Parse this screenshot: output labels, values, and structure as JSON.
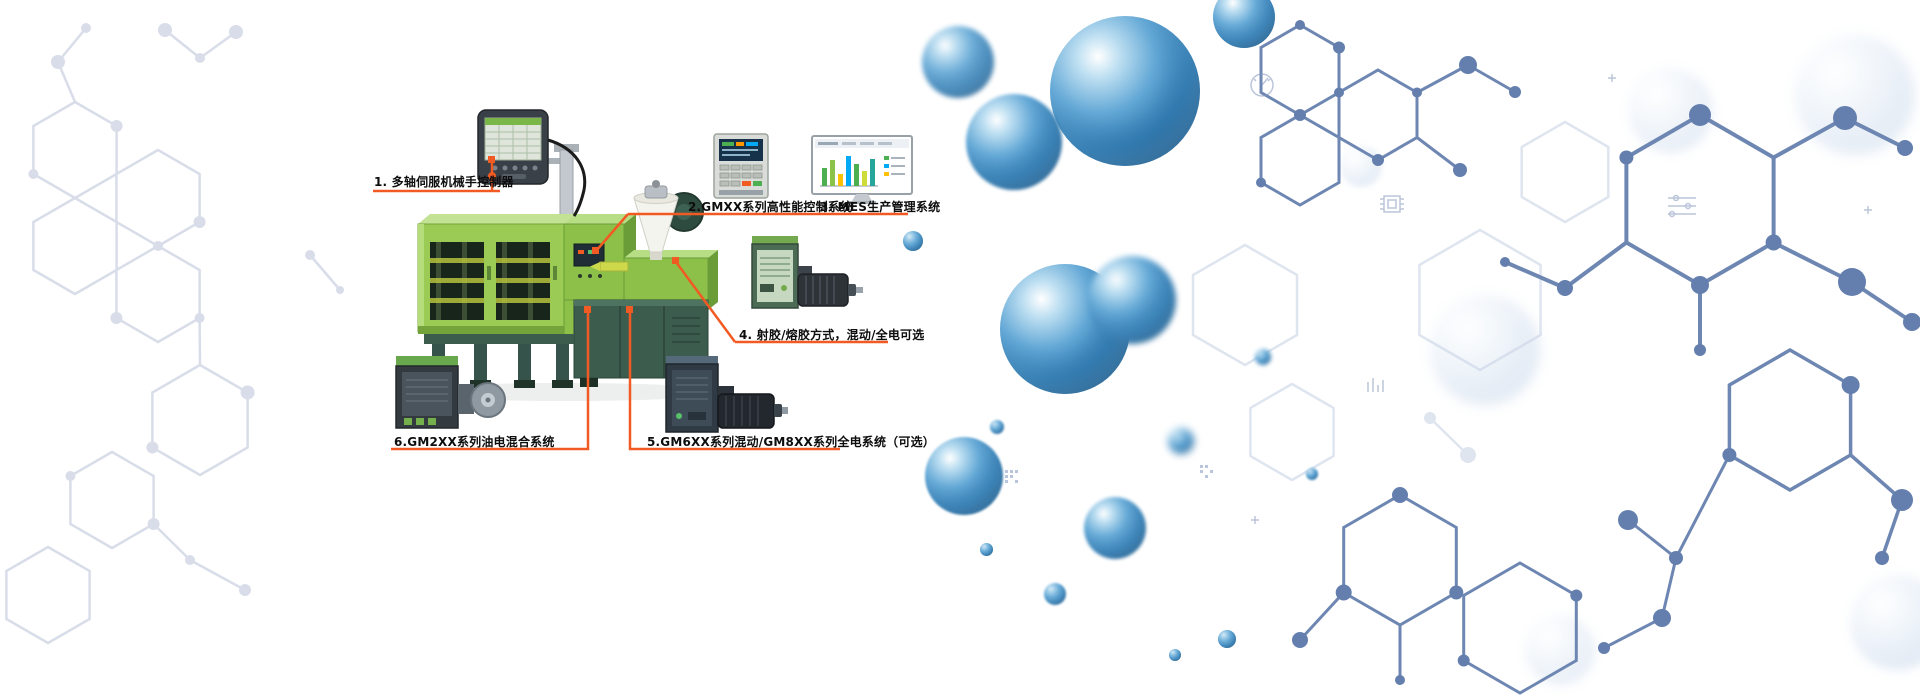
{
  "callouts": [
    {
      "label": "1. 多轴伺服机械手控制器"
    },
    {
      "label": "2.GMXX系列高性能控制系统"
    },
    {
      "label": "3. MES生产管理系统"
    },
    {
      "label": "4. 射胶/熔胶方式，混动/全电可选"
    },
    {
      "label": "5.GM6XX系列混动/GM8XX系列全电系统（可选）"
    },
    {
      "label": "6.GM2XX系列油电混合系统"
    }
  ],
  "colors": {
    "accent_orange": "#f15a22",
    "machine_green": "#9bcb55",
    "machine_base_dark": "#3c5c4e",
    "molecule_line_blue": "#6d86b2",
    "sphere_deep_blue": "#0c3f6b",
    "left_molecule_gray": "#d8dde9"
  }
}
